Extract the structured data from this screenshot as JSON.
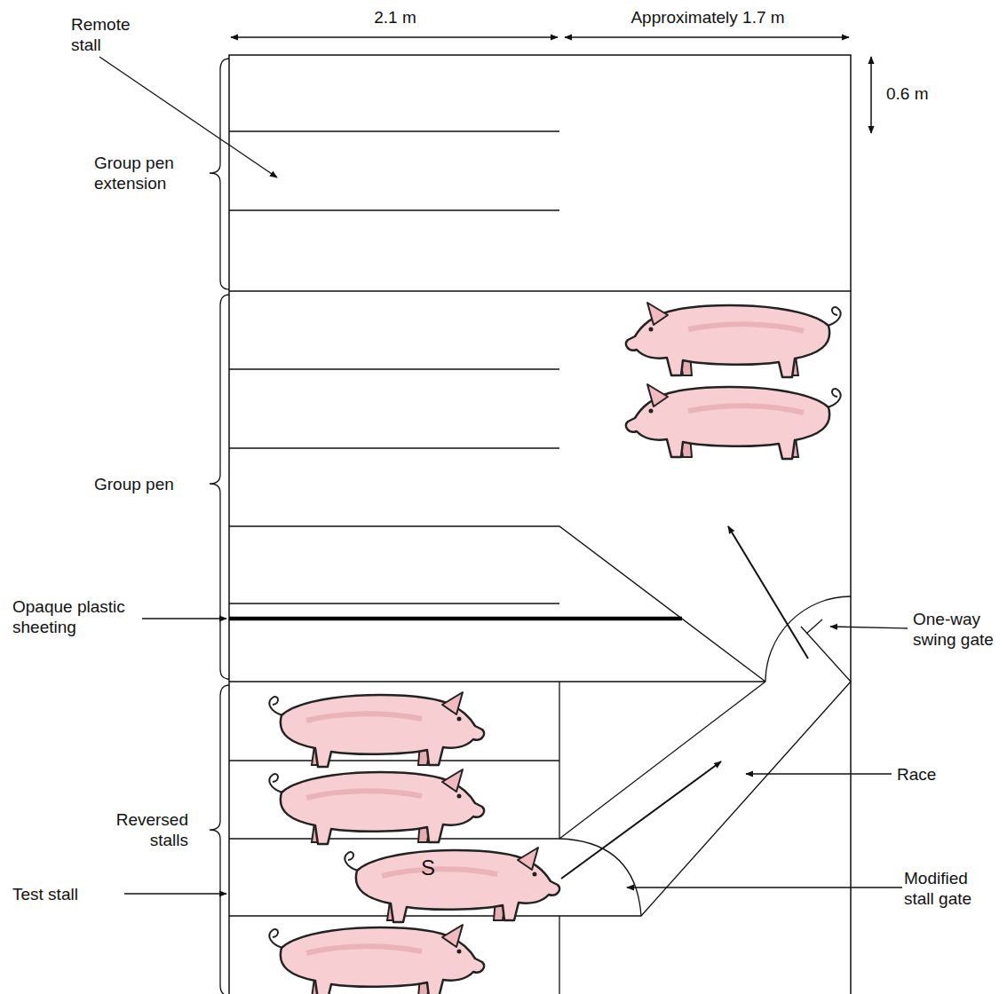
{
  "diagram": {
    "labels": [
      "Remote stall",
      "2.1 m",
      "Approximately 1.7 m",
      "0.6 m",
      "Group pen extension",
      "Group pen",
      "Opaque plastic sheeting",
      "Reversed stalls",
      "Test stall",
      "One-way swing gate",
      "Race",
      "Modified stall gate",
      "S"
    ]
  }
}
